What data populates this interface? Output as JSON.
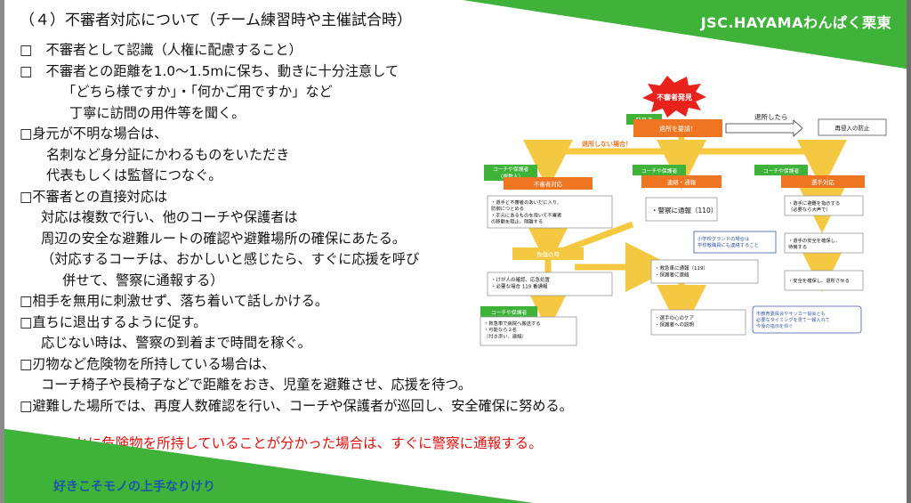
{
  "header": {
    "title": "（４）不審者対応について（チーム練習時や主催試合時）",
    "brand": "JSC.HAYAMAわんぱく栗東"
  },
  "bullets": [
    {
      "text": "□　不審者として認識（人権に配慮すること）"
    },
    {
      "text": "□　不審者との距離を1.0～1.5mに保ち、動きに十分注意して"
    },
    {
      "text": "「どちら様ですか」・「何かご用ですか」など"
    },
    {
      "text": "丁寧に訪問の用件等を聞く。"
    },
    {
      "text": "□身元が不明な場合は、"
    },
    {
      "text": "名刺など身分証にかわるものをいただき"
    },
    {
      "text": "代表もしくは監督につなぐ。"
    },
    {
      "text": "□不審者との直接対応は"
    },
    {
      "text": "対応は複数で行い、他のコーチや保護者は"
    },
    {
      "text": "周辺の安全な避難ルートの確認や避難場所の確保にあたる。"
    },
    {
      "text": "（対応するコーチは、おかしいと感じたら、すぐに応援を呼び"
    },
    {
      "text": "併せて、警察に通報する）"
    },
    {
      "text": "□相手を無用に刺激せず、落ち着いて話しかける。"
    },
    {
      "text": "□直ちに退出するように促す。"
    },
    {
      "text": "応じない時は、警察の到着まで時間を稼ぐ。"
    },
    {
      "text": "□刃物など危険物を所持している場合は、"
    },
    {
      "text": "コーチ椅子や長椅子などで距離をおき、児童を避難させ、応援を待つ。"
    },
    {
      "text": "□避難した場所では、再度人数確認を行い、コーチや保護者が巡回し、安全確保に努める。"
    }
  ],
  "warning": "■あきらかに危険物を所持していることが分かった場合は、すぐに警察に通報する。",
  "motto": "好きこそモノの上手なりけり",
  "flowchart": {
    "start": "不審者発見",
    "finder": "発見者",
    "decision": "退所を要請！",
    "if_leave": "退所したら",
    "prevent": "再侵入の防止",
    "if_not_leave": "退所しない場合！",
    "col1_head": "コーチや保護者\n（複数人）",
    "col1_role": "不審者対応",
    "col2_head": "コーチや保護者",
    "col2_role": "連絡・通報",
    "col3_head": "コーチや保護者",
    "col3_role": "選手対応",
    "c1_box1": "・選手と不審者のあいだに入り、\n防御につとめる\n・手元にあるものを用いて不審者\nの移動を阻止、隔離する",
    "c2_box1": "・警察に通報（110）",
    "c2_note": "小学校グランドの場合は\n学校教職員にも連絡すること",
    "c3_box1": "・選手に避難を指示する\n（必要なら大声で）",
    "c3_box2": "・選手の安全を確保し、\n待機する",
    "c3_box3": "・安全を確保し、退所させる",
    "injury_label": "負傷の時",
    "c1_box2": "・けが人の確認、応急処置\n・必要な場合 119 番通報",
    "c2_box2": "・救急車に通報（119）\n・保護者に連絡",
    "c1_head2": "コーチや保護者",
    "c1_box3": "・救急車で病院へ搬送する\n・可能なら２名\n（付き添い、連絡）",
    "c2_box3": "・選手の心のケア\n・保護者への説明",
    "c3_note": "市教育委員会やサッカー協会とも\n必要なタイミングを見て一報入れて\n今後の指示を仰ぐ"
  },
  "colors": {
    "banner_green": "#3fb23a",
    "warning_red": "#e01010",
    "motto_blue": "#1a56a8",
    "flow_orange": "#f07522",
    "flow_yellow": "#f5c842",
    "star_red": "#e8231c"
  }
}
